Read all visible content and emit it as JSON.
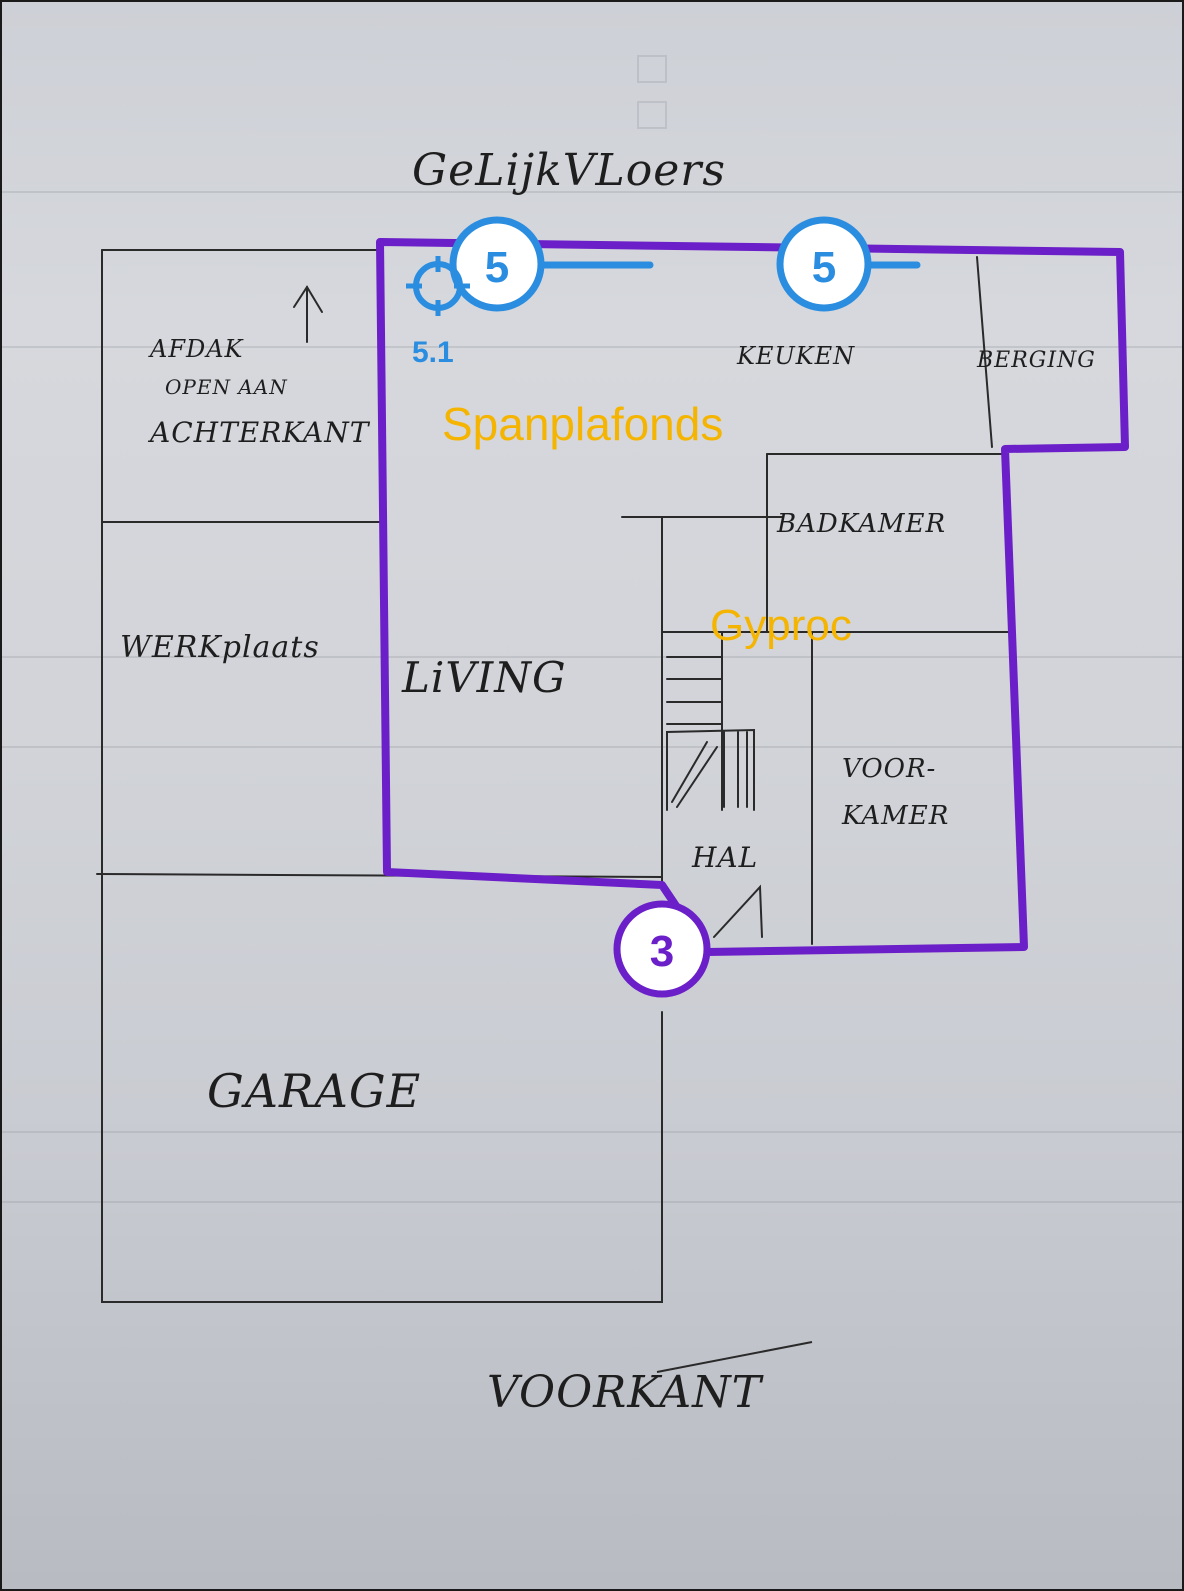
{
  "labels": {
    "gelijkvloers": "GeLijkVLoers",
    "afdak": "AFDAK",
    "afdak_line2": "OPEN AAN",
    "afdak_line3": "ACHTERKANT",
    "werkplaats": "WERKplaats",
    "living": "LiVING",
    "keuken": "KEUKEN",
    "berging": "BERGING",
    "badkamer": "BADKAMER",
    "hal": "HAL",
    "voorkamer_line1": "VOOR-",
    "voorkamer_line2": "KAMER",
    "garage": "GARAGE",
    "voorkant": "VOORKANT"
  },
  "overlays": {
    "spanplafonds": "Spanplafonds",
    "gyproc": "Gyproc",
    "marker_5a": "5",
    "marker_5b": "5",
    "marker_5_1": "5.1",
    "marker_3": "3"
  },
  "colors": {
    "outline": "#6b1fc8",
    "marker_blue": "#2b8de0",
    "label_yellow": "#f5b400",
    "marker_3_border": "#6b1fc8"
  },
  "icons": {
    "arrow": "up-arrow-icon",
    "target": "crosshair-icon"
  }
}
